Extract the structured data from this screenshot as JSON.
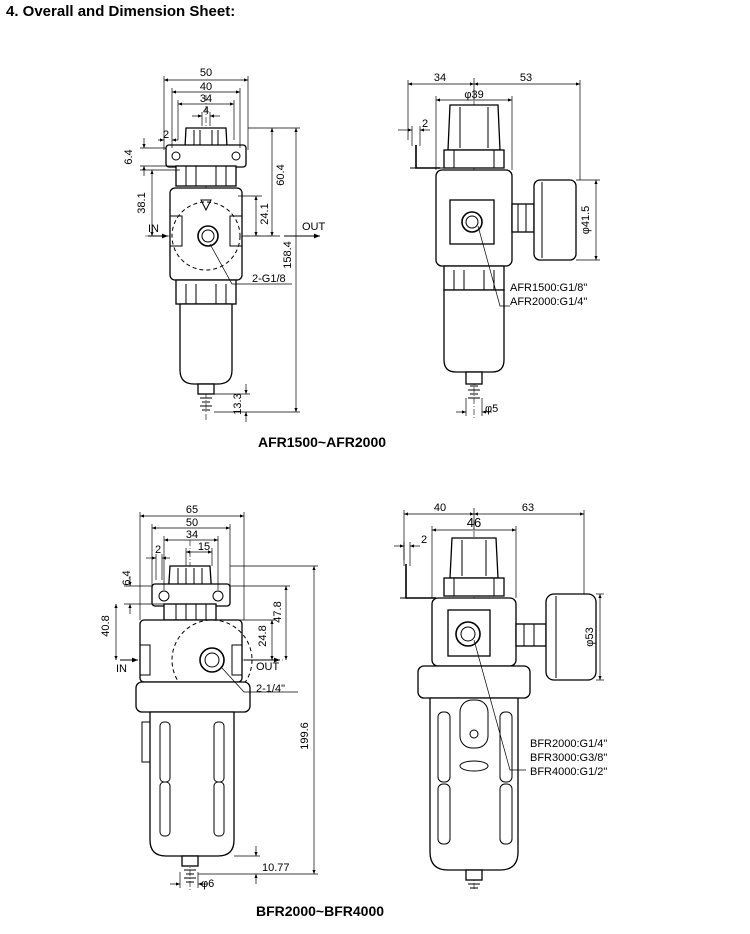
{
  "sheet_title": "4. Overall and Dimension Sheet:",
  "afr": {
    "caption": "AFR1500~AFR2000",
    "front": {
      "w50": "50",
      "w40": "40",
      "w34": "34",
      "w4": "4",
      "w2": "2",
      "h6_4": "6.4",
      "h38_1": "38.1",
      "h60_4": "60.4",
      "h24_1": "24.1",
      "h158_4": "158.4",
      "h13_3": "13.3",
      "in": "IN",
      "out": "OUT",
      "port": "2-G1/8"
    },
    "side": {
      "w34": "34",
      "w53": "53",
      "d39": "φ39",
      "w2": "2",
      "d41_5": "φ41.5",
      "d5": "φ5",
      "port_1": "AFR1500:G1/8\"",
      "port_2": "AFR2000:G1/4\""
    }
  },
  "bfr": {
    "caption": "BFR2000~BFR4000",
    "front": {
      "w65": "65",
      "w50": "50",
      "w34": "34",
      "w15": "15",
      "w2": "2",
      "h6_4": "6.4",
      "h40_8": "40.8",
      "h47_8": "47.8",
      "h24_8": "24.8",
      "h199_6": "199.6",
      "h10_77": "10.77",
      "d6": "φ6",
      "in": "IN",
      "out": "OUT",
      "port": "2-1/4\""
    },
    "side": {
      "w40": "40",
      "w63": "63",
      "w46": "46",
      "w2": "2",
      "d53": "φ53",
      "port_1": "BFR2000:G1/4\"",
      "port_2": "BFR3000:G3/8\"",
      "port_3": "BFR4000:G1/2\""
    }
  }
}
